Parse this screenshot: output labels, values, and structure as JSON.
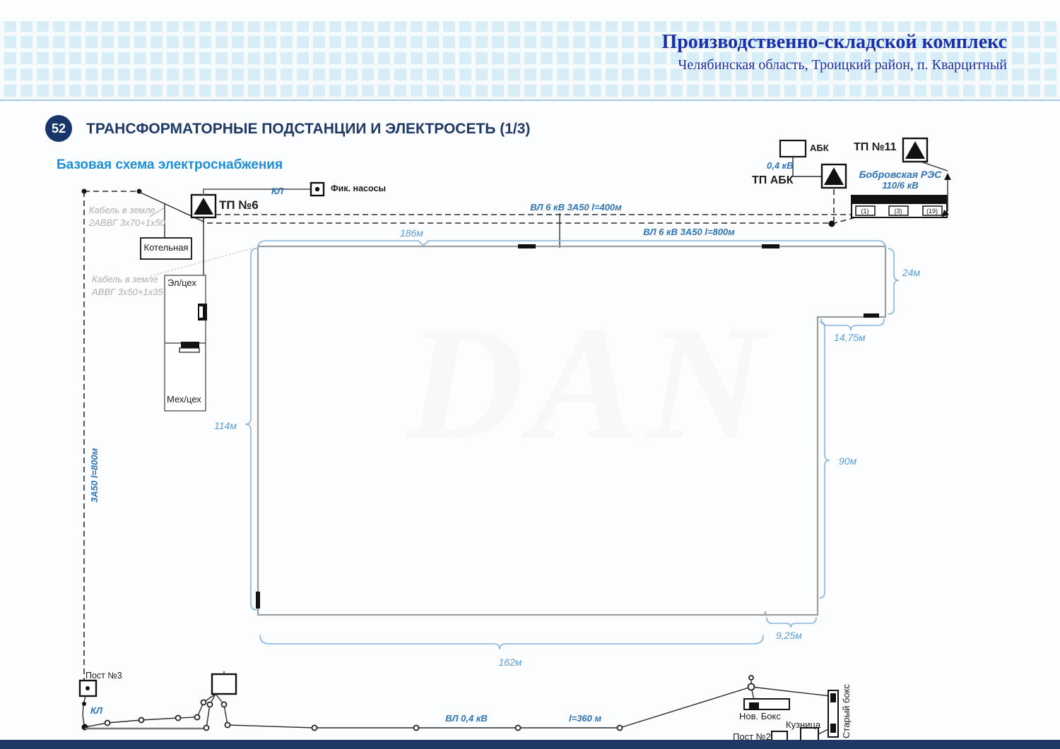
{
  "header": {
    "title": "Производственно-складской комплекс",
    "subtitle": "Челябинская область, Троицкий район, п. Кварцитный"
  },
  "section": {
    "number": "52",
    "title": "ТРАНСФОРМАТОРНЫЕ ПОДСТАНЦИИ И ЭЛЕКТРОСЕТЬ (1/3)",
    "subtitle": "Базовая схема электроснабжения"
  },
  "diagram": {
    "watermark": "DAN",
    "substations": {
      "tp6": "ТП №6",
      "tp_abk": "ТП АБК",
      "tp11": "ТП №11",
      "abk": "АБК"
    },
    "res": {
      "name": "Бобровская РЭС",
      "voltage": "110/6 кВ",
      "cell1": "(1)",
      "cell2": "(3)",
      "cell3": "(19)"
    },
    "lines": {
      "vl400": "ВЛ 6 кВ 3А50 l=400м",
      "vl800": "ВЛ 6 кВ 3А50 l=800м",
      "kl_top": "КЛ",
      "kl_bottom": "КЛ",
      "v04": "0,4 кВ",
      "za50_left": "3А50 l=800м",
      "vl04": "ВЛ 0,4 кВ",
      "l360": "l=360 м"
    },
    "cables": {
      "cable1_line1": "Кабель в земле",
      "cable1_line2": "2АВВГ 3х70+1х50",
      "cable2_line1": "Кабель в земле",
      "cable2_line2": "АВВГ 3х50+1х35"
    },
    "buildings": {
      "fik_nasosy": "Фик. насосы",
      "kotelnaya": "Котельная",
      "el_tseh": "Эл/цех",
      "meh_tseh": "Мех/цех",
      "post3": "Пост №3",
      "post2": "Пост №2",
      "kuznitsa": "Кузница",
      "nov_boks": "Нов. Бокс",
      "stary_boks": "Старый бокс"
    },
    "dimensions": {
      "d186": "186м",
      "d24": "24м",
      "d1475": "14,75м",
      "d114": "114м",
      "d90": "90м",
      "d925": "9,25м",
      "d162": "162м"
    }
  }
}
